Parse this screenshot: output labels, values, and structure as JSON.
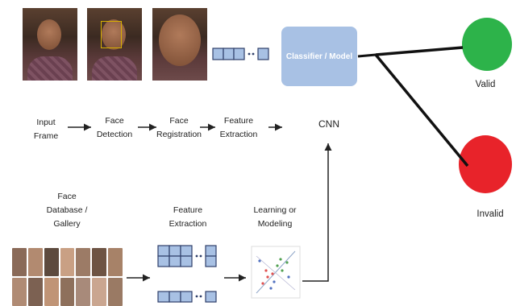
{
  "pipeline": {
    "input_frame": [
      "Input",
      "Frame"
    ],
    "face_detection": [
      "Face",
      "Detection"
    ],
    "face_registration": [
      "Face",
      "Registration"
    ],
    "feature_extraction": [
      "Feature",
      "Extraction"
    ],
    "cnn": "CNN"
  },
  "model": {
    "label": "Classifier / Model"
  },
  "outputs": {
    "valid": {
      "label": "Valid",
      "color": "#2db34a"
    },
    "invalid": {
      "label": "Invalid",
      "color": "#e8232a"
    }
  },
  "training": {
    "face_database": [
      "Face",
      "Database /",
      "Gallery"
    ],
    "feature_extraction": [
      "Feature",
      "Extraction"
    ],
    "learning": [
      "Learning or",
      "Modeling"
    ]
  },
  "colors": {
    "vector_fill": "#a8c1e4",
    "vector_stroke": "#2f3f6a",
    "arrow": "#222222"
  }
}
